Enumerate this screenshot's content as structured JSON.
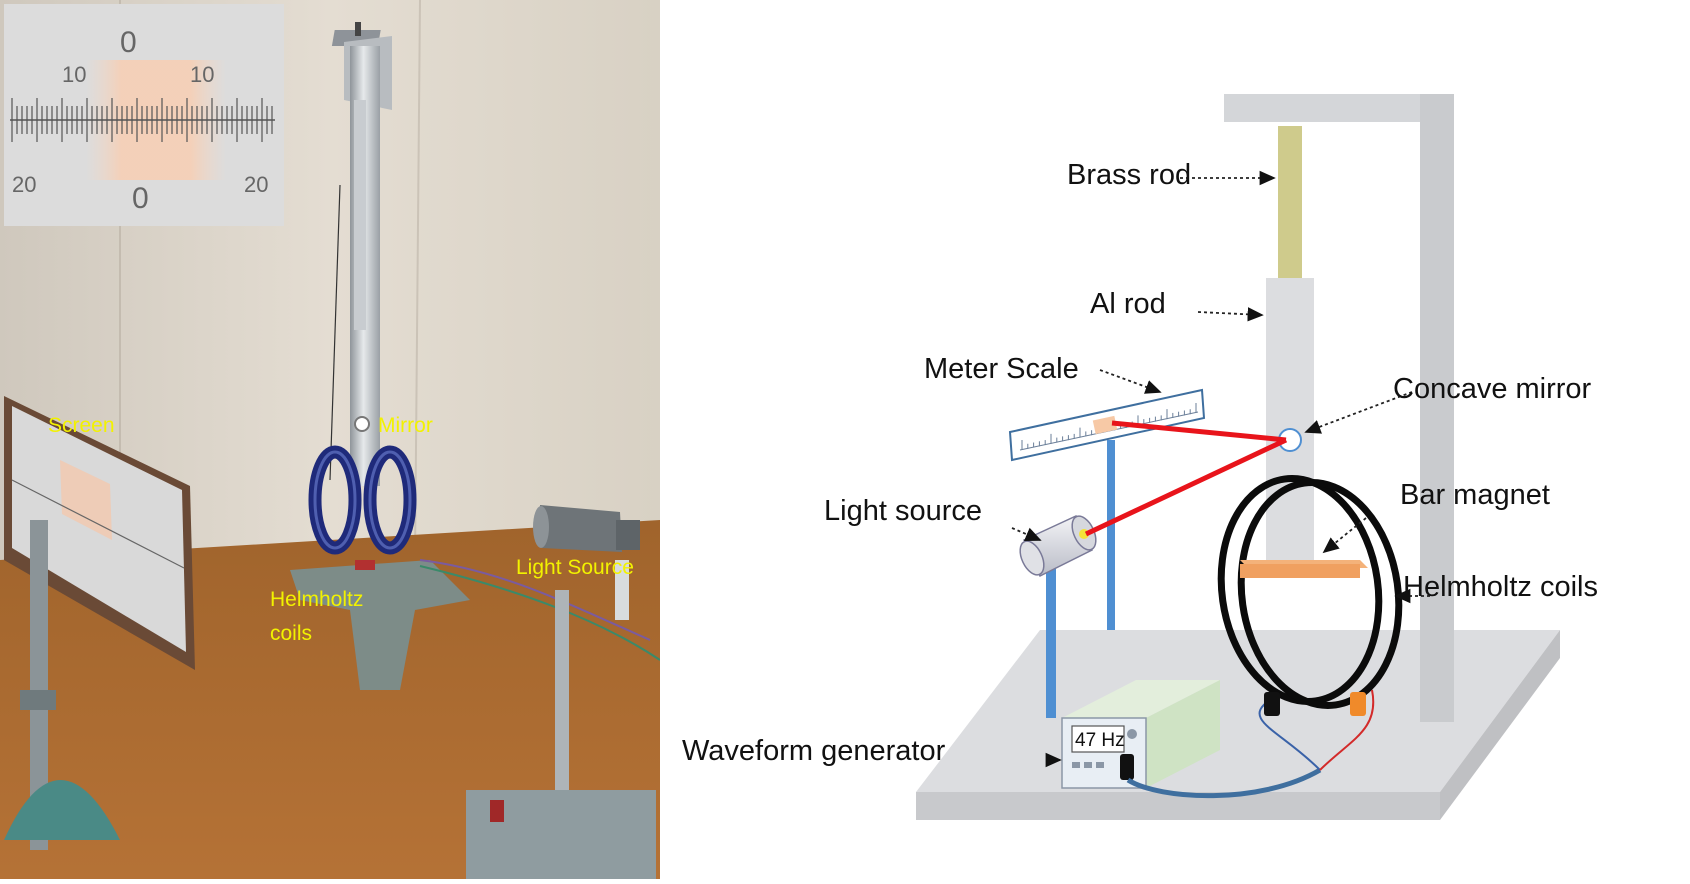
{
  "photo": {
    "labels": {
      "screen": "Screen",
      "mirror": "Mirror",
      "helmholtz_line1": "Helmholtz",
      "helmholtz_line2": "coils",
      "light_source": "Light Source"
    },
    "inset_scale": {
      "top_left": "10",
      "top_center": "0",
      "top_right": "10",
      "bottom_left": "20",
      "bottom_center": "0",
      "bottom_right": "20"
    }
  },
  "schematic": {
    "labels": {
      "brass_rod": "Brass rod",
      "al_rod": "Al rod",
      "meter_scale": "Meter Scale",
      "concave_mirror": "Concave mirror",
      "light_source": "Light source",
      "bar_magnet": "Bar magnet",
      "helmholtz_coils": "Helmholtz coils",
      "waveform_generator": "Waveform generator"
    },
    "generator_display": "47 Hz"
  },
  "colors": {
    "laser": "#e8141b",
    "stand": "#d4d6d9",
    "brass": "#cfcb8c",
    "magnet": "#f0a060",
    "coil": "#0b0b0b",
    "photo_label": "#f2f200",
    "pole": "#4f8fd2"
  }
}
